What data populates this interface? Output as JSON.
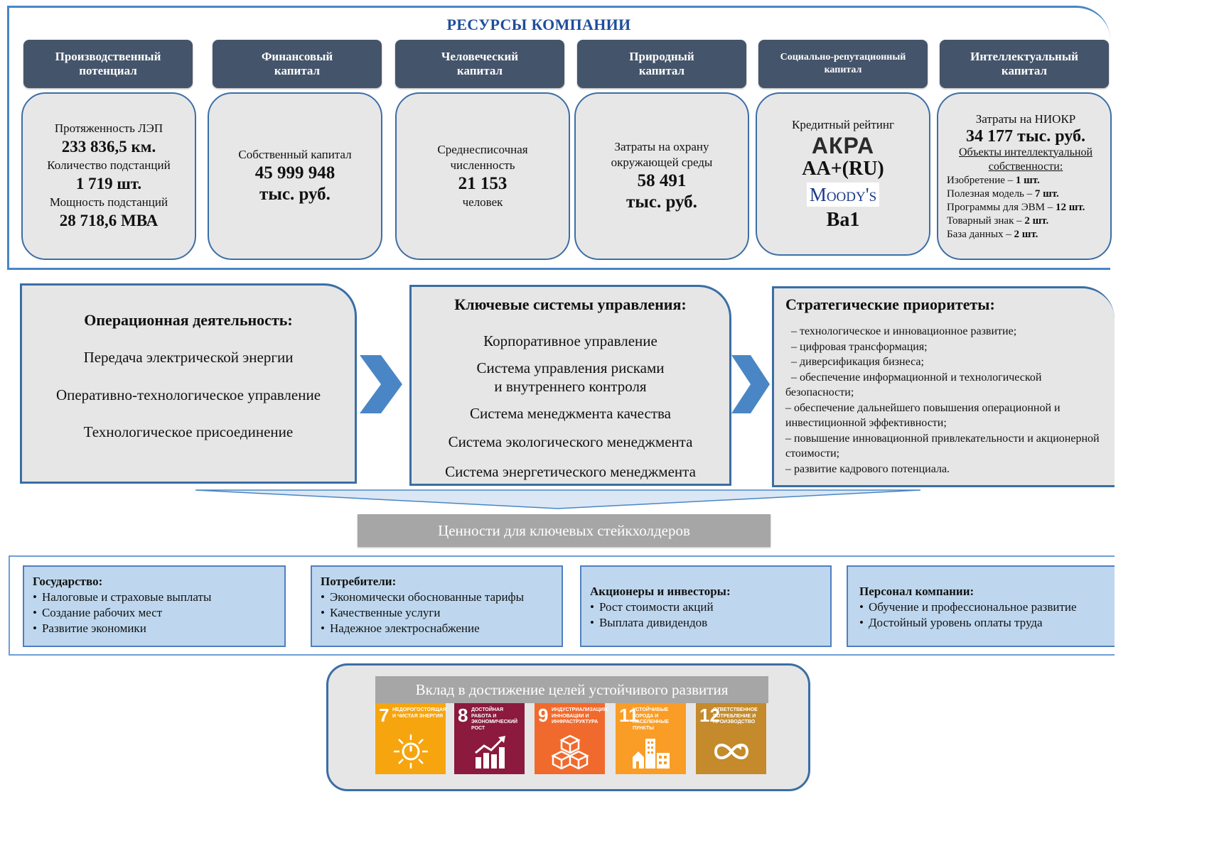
{
  "resources": {
    "title": "РЕСУРСЫ КОМПАНИИ",
    "capitals": [
      {
        "head": [
          "Производственный",
          "потенциал"
        ]
      },
      {
        "head": [
          "Финансовый",
          "капитал"
        ]
      },
      {
        "head": [
          "Человеческий",
          "капитал"
        ]
      },
      {
        "head": [
          "Природный",
          "капитал"
        ]
      },
      {
        "head": [
          "Социально-репутационный",
          "капитал"
        ]
      },
      {
        "head": [
          "Интеллектуальный",
          "капитал"
        ]
      }
    ],
    "production": {
      "l1": "Протяженность ЛЭП",
      "v1": "233 836,5 км.",
      "l2": "Количество подстанций",
      "v2": "1 719 шт.",
      "l3": "Мощность подстанций",
      "v3": "28 718,6 МВА"
    },
    "financial": {
      "l1": "Собственный капитал",
      "v1": "45 999 948",
      "v2": "тыс. руб."
    },
    "human": {
      "l1": "Среднесписочная",
      "l2": "численность",
      "v1": "21 153",
      "l3": "человек"
    },
    "natural": {
      "l1": "Затраты на охрану",
      "l2": "окружающей среды",
      "v1": "58 491",
      "v2": "тыс. руб."
    },
    "social": {
      "l1": "Кредитный рейтинг",
      "akra": "АКРА",
      "v1": "AA+(RU)",
      "moodys": "Moody's",
      "v2": "Ba1"
    },
    "intellectual": {
      "l1": "Затраты на НИОКР",
      "v1": "34 177 тыс. руб.",
      "u1": "Объекты интеллектуальной",
      "u2": "собственности:",
      "items": [
        {
          "label": "Изобретение – ",
          "value": "1 шт."
        },
        {
          "label": "Полезная модель – ",
          "value": "7 шт."
        },
        {
          "label": "Программы для ЭВМ – ",
          "value": "12 шт."
        },
        {
          "label": "Товарный знак – ",
          "value": "2 шт."
        },
        {
          "label": "База данных – ",
          "value": "2 шт."
        }
      ]
    }
  },
  "operations": {
    "title": "Операционная деятельность:",
    "items": [
      "Передача электрической энергии",
      "Оперативно-технологическое управление",
      "Технологическое присоединение"
    ]
  },
  "systems": {
    "title": "Ключевые системы управления:",
    "items": [
      "Корпоративное управление",
      "Система управления рисками",
      "и внутреннего контроля",
      "Система менеджмента качества",
      "Система экологического менеджмента",
      "Система энергетического менеджмента"
    ]
  },
  "strategy": {
    "title": "Стратегические приоритеты:",
    "items": [
      "–  технологическое и инновационное развитие;",
      "–  цифровая трансформация;",
      "–  диверсификация бизнеса;",
      "–  обеспечение информационной и технологической безопасности;",
      "–  обеспечение дальнейшего повышения операционной и инвестиционной эффективности;",
      "–  повышение инновационной привлекательности и акционерной стоимости;",
      "–  развитие кадрового потенциала."
    ]
  },
  "values": {
    "title": "Ценности для ключевых стейкхолдеров"
  },
  "stakeholders": [
    {
      "title": "Государство:",
      "items": [
        "Налоговые и страховые выплаты",
        "Создание рабочих мест",
        "Развитие экономики"
      ]
    },
    {
      "title": "Потребители:",
      "items": [
        "Экономически обоснованные тарифы",
        "Качественные услуги",
        "Надежное электроснабжение"
      ]
    },
    {
      "title": "Акционеры и инвесторы:",
      "items": [
        "Рост стоимости акций",
        "Выплата дивидендов"
      ]
    },
    {
      "title": "Персонал компании:",
      "items": [
        "Обучение и профессиональное развитие",
        "Достойный уровень оплаты труда"
      ]
    }
  ],
  "sdg": {
    "title": "Вклад в достижение целей устойчивого развития",
    "goals": [
      {
        "num": "7",
        "label": "Недорогостоящая и чистая энергия",
        "color": "#f6a50f",
        "icon": "sun-power-icon"
      },
      {
        "num": "8",
        "label": "Достойная работа и экономический рост",
        "color": "#8b1a3e",
        "icon": "growth-chart-icon"
      },
      {
        "num": "9",
        "label": "Индустриализация, инновации и инфраструктура",
        "color": "#f16a2d",
        "icon": "cubes-icon"
      },
      {
        "num": "11",
        "label": "Устойчивые города и населенные пункты",
        "color": "#f99d27",
        "icon": "city-icon"
      },
      {
        "num": "12",
        "label": "Ответственное потребление и производство",
        "color": "#c48a2b",
        "icon": "infinity-icon"
      }
    ]
  }
}
